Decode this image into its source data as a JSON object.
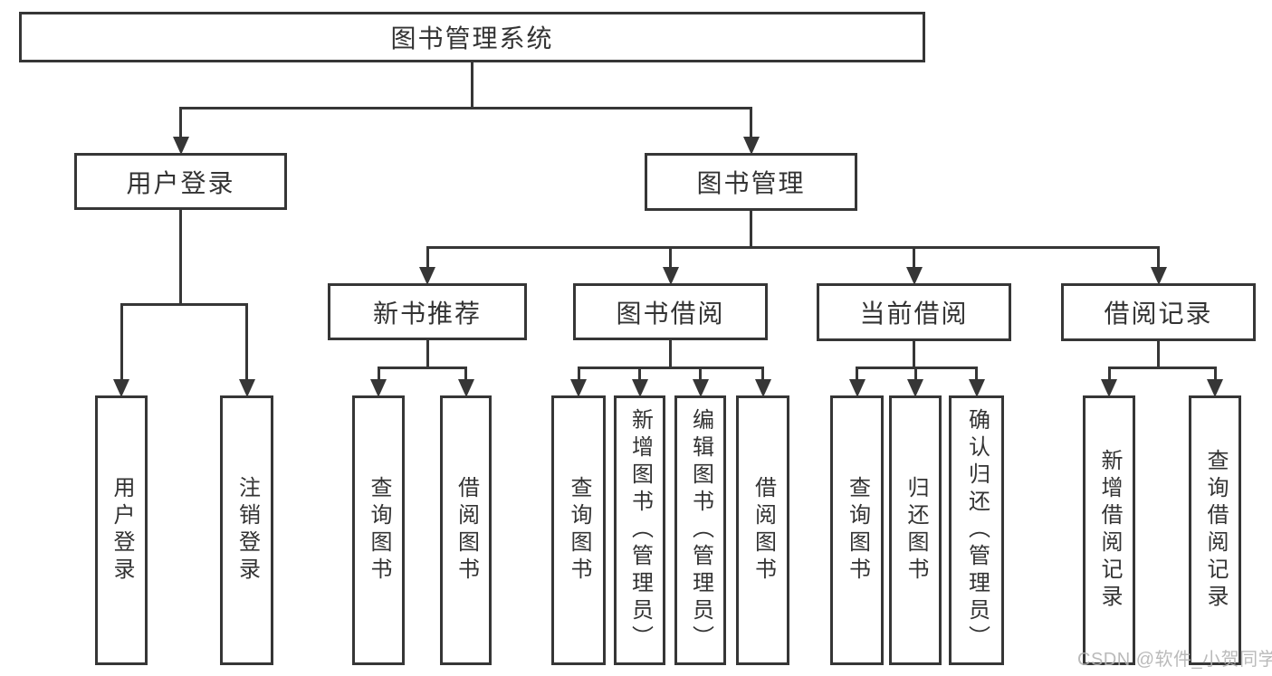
{
  "diagram": {
    "title": "图书管理系统",
    "nodes": {
      "sys": {
        "label": "图书管理系统"
      },
      "login": {
        "label": "用户登录"
      },
      "mgmt": {
        "label": "图书管理"
      },
      "new_rec": {
        "label": "新书推荐"
      },
      "book_borrow": {
        "label": "图书借阅"
      },
      "current_borrow": {
        "label": "当前借阅"
      },
      "borrow_records": {
        "label": "借阅记录"
      },
      "user_login": {
        "label": "用户登录"
      },
      "logout": {
        "label": "注销登录"
      },
      "nr_query": {
        "label": "查询图书"
      },
      "nr_borrow": {
        "label": "借阅图书"
      },
      "bb_query": {
        "label": "查询图书"
      },
      "bb_add": {
        "label": "新增图书（管理员）"
      },
      "bb_edit": {
        "label": "编辑图书（管理员）"
      },
      "bb_borrow": {
        "label": "借阅图书"
      },
      "cb_query": {
        "label": "查询图书"
      },
      "cb_return": {
        "label": "归还图书"
      },
      "cb_confirm": {
        "label": "确认归还（管理员）"
      },
      "br_add": {
        "label": "新增借阅记录"
      },
      "br_query": {
        "label": "查询借阅记录"
      }
    },
    "edges": [
      [
        "sys",
        "login"
      ],
      [
        "sys",
        "mgmt"
      ],
      [
        "login",
        "user_login"
      ],
      [
        "login",
        "logout"
      ],
      [
        "mgmt",
        "new_rec"
      ],
      [
        "mgmt",
        "book_borrow"
      ],
      [
        "mgmt",
        "current_borrow"
      ],
      [
        "mgmt",
        "borrow_records"
      ],
      [
        "new_rec",
        "nr_query"
      ],
      [
        "new_rec",
        "nr_borrow"
      ],
      [
        "book_borrow",
        "bb_query"
      ],
      [
        "book_borrow",
        "bb_add"
      ],
      [
        "book_borrow",
        "bb_edit"
      ],
      [
        "book_borrow",
        "bb_borrow"
      ],
      [
        "current_borrow",
        "cb_query"
      ],
      [
        "current_borrow",
        "cb_return"
      ],
      [
        "current_borrow",
        "cb_confirm"
      ],
      [
        "borrow_records",
        "br_add"
      ],
      [
        "borrow_records",
        "br_query"
      ]
    ]
  },
  "watermark": {
    "text": "CSDN @软件_小贺同学"
  },
  "colors": {
    "line": "#363636",
    "text": "#333333",
    "watermark": "#b3b3b3",
    "background": "#ffffff"
  }
}
